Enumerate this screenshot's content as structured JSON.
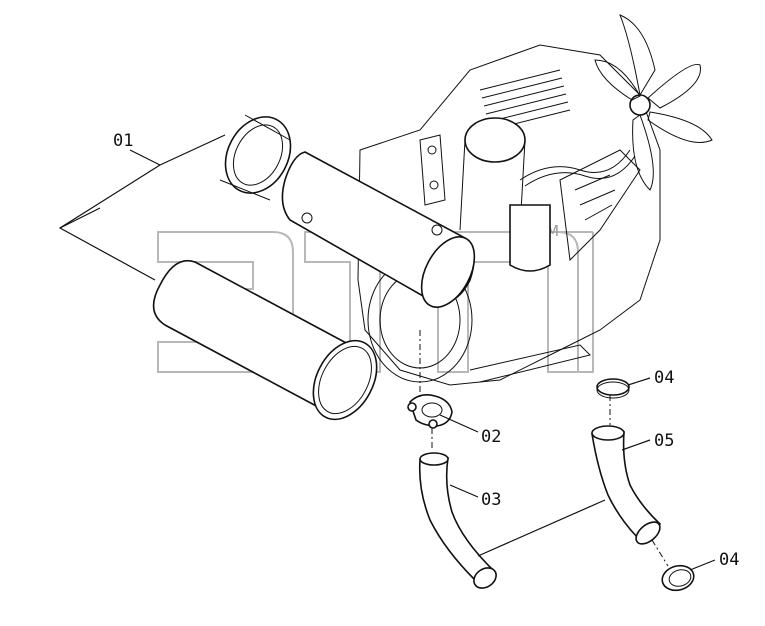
{
  "labels": {
    "p01": "01",
    "p02": "02",
    "p03": "03",
    "p04_top": "04",
    "p05": "05",
    "p04_bottom": "04"
  },
  "watermark": {
    "mark": "TM"
  },
  "colors": {
    "ink": "#111111",
    "watermark": "#b8b8b8",
    "background": "#ffffff"
  }
}
